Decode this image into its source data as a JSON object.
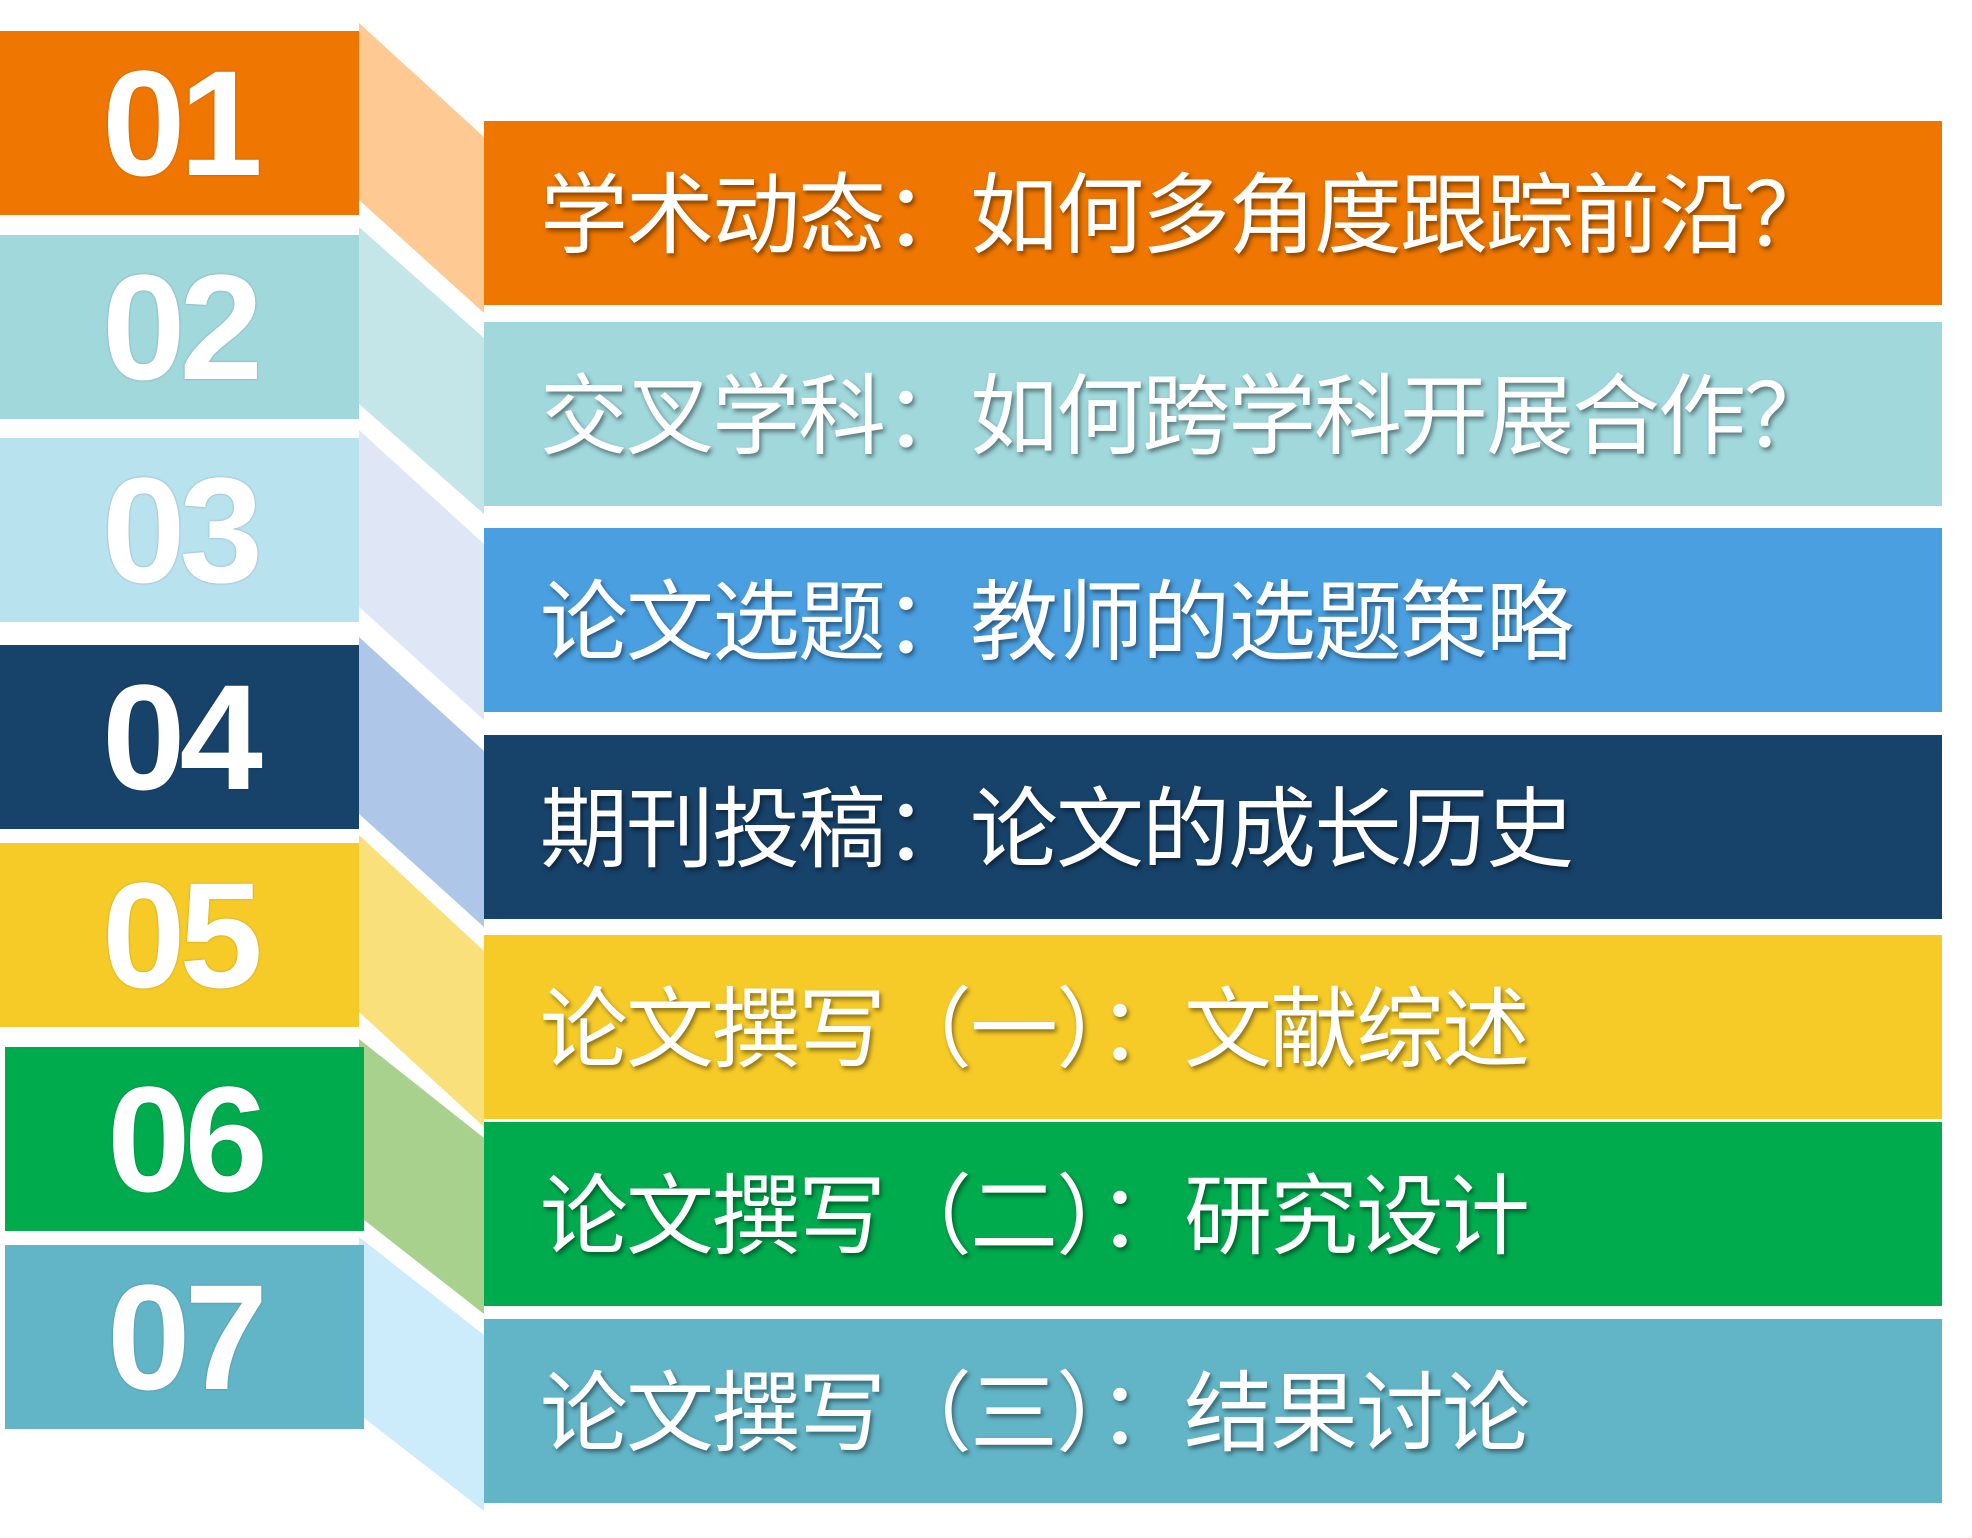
{
  "items": [
    {
      "number": "01",
      "title": "学术动态：如何多角度跟踪前沿？",
      "color": "#EF7701",
      "connector_color": "#FFC994"
    },
    {
      "number": "02",
      "title": "交叉学科：如何跨学科开展合作？",
      "color": "#A0D8DC",
      "connector_color": "#C4E6E8"
    },
    {
      "number": "03",
      "title": "论文选题：教师的选题策略",
      "color": "#B8E2EE",
      "bar_color": "#4A9FE0",
      "connector_color": "#DFE7F6"
    },
    {
      "number": "04",
      "title": "期刊投稿：论文的成长历史",
      "color": "#17426A",
      "connector_color": "#AEC6E8"
    },
    {
      "number": "05",
      "title": "论文撰写（一）：文献综述",
      "color": "#F7CB27",
      "connector_color": "#FAE07A"
    },
    {
      "number": "06",
      "title": "论文撰写（二）：研究设计",
      "color": "#00AB4E",
      "connector_color": "#A9D18E"
    },
    {
      "number": "07",
      "title": "论文撰写（三）：结果讨论",
      "color": "#62B5C7",
      "connector_color": "#CCEBFB"
    }
  ]
}
